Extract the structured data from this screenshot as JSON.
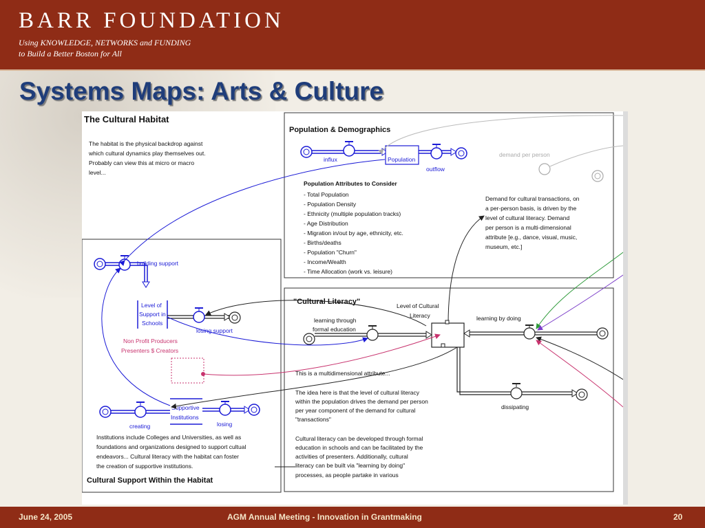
{
  "header": {
    "org": "BARR FOUNDATION",
    "tagline1": "Using KNOWLEDGE, NETWORKS and FUNDING",
    "tagline2": "to Build a Better Boston for All"
  },
  "slide_title": "Systems Maps: Arts & Culture",
  "diagram": {
    "habitat_title": "The Cultural Habitat",
    "habitat_desc": [
      "The habitat is the physical backdrop against",
      "which cultural dynamics play themselves out.",
      "Probably can view this at micro or macro",
      "level..."
    ],
    "pop_title": "Population & Demographics",
    "pop_stock": "Population",
    "pop_inflow": "influx",
    "pop_outflow": "outflow",
    "pop_attr_title": "Population Attributes to Consider",
    "pop_attrs": [
      "- Total Population",
      "- Population Density",
      "- Ethnicity (multiple population tracks)",
      "- Age Distribution",
      "- Migration in/out by age, ethnicity, etc.",
      "- Births/deaths",
      "- Population \"Churn\"",
      "- Income/Wealth",
      "- Time Allocation (work vs. leisure)"
    ],
    "demand_label": "demand per person",
    "demand_desc": [
      "Demand for cultural transactions, on",
      "a per-person basis, is driven by the",
      "level of cultural literacy.  Demand",
      "per person is a multi-dimensional",
      "attribute [e.g., dance, visual, music,",
      "museum, etc.]"
    ],
    "lit_title": "\"Cultural Literacy\"",
    "lit_stock_label": [
      "Level of Cultural",
      "Literacy"
    ],
    "lit_inflow1": [
      "learning through",
      "formal education"
    ],
    "lit_inflow2": "learning by doing",
    "lit_outflow": "dissipating",
    "lit_desc": [
      "This is a multidimensional attribute...",
      "",
      "The idea here is that the level of cultural literacy",
      "within the population drives the demand per person",
      "per year component of the demand for cultural",
      "\"transactions\"",
      "",
      "Cultural literacy can be developed through formal",
      "education in schools and can be facilitated by the",
      "activities of presenters.  Additionally, cultural",
      "literacy can be built via \"learning by doing\"",
      "processes, as people partake in various"
    ],
    "support_inflow": "building support",
    "support_stock": [
      "Level of",
      "Support in",
      "Schools"
    ],
    "support_outflow": "losing support",
    "producers": [
      "Non Profit Producers",
      "Presenters $ Creators"
    ],
    "inst_stock": [
      "Supportive",
      "Institutions"
    ],
    "inst_inflow": "creating",
    "inst_outflow": "losing",
    "inst_desc": [
      "Institutions include Colleges and Universities, as well as",
      "foundations and organizations designed to support cultual",
      "endeavors...  Cultural literacy with the habitat can foster",
      "the creation of supportive institutions."
    ],
    "support_title": "Cultural Support Within the Habitat"
  },
  "footer": {
    "date": "June 24, 2005",
    "event": "AGM Annual Meeting - Innovation in Grantmaking",
    "page": "20"
  },
  "colors": {
    "header_bg": "#8f2c16",
    "title": "#1f3d7a",
    "flow_blue": "#1a1ad6",
    "producer_pink": "#c8336e",
    "link_green": "#2e9a3a",
    "link_purple": "#7a3cc8"
  }
}
